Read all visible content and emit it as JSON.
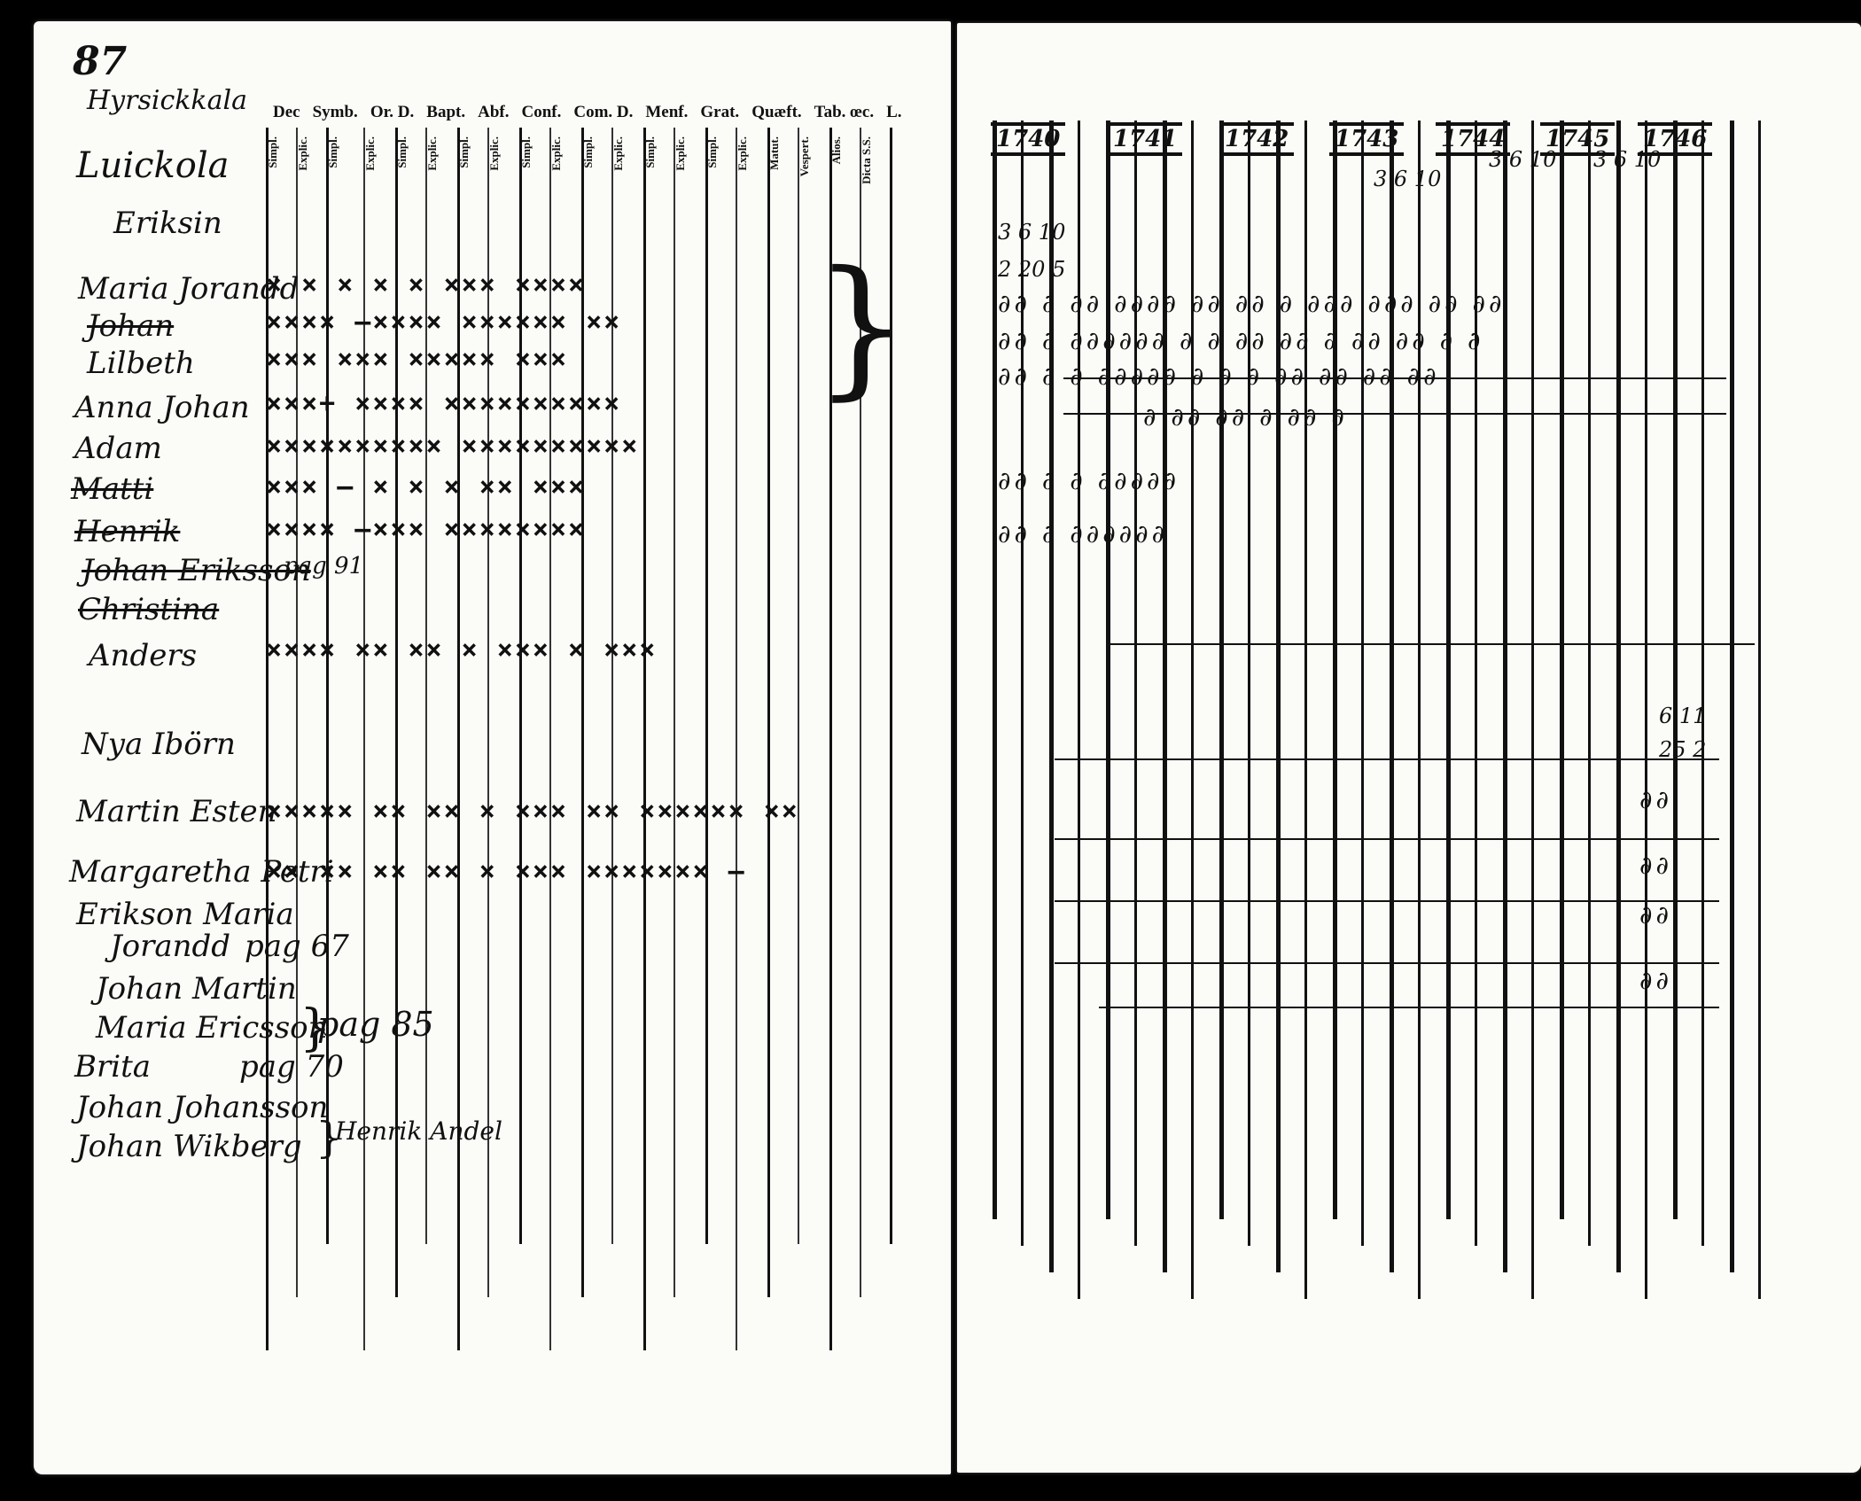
{
  "left": {
    "page_number": "87",
    "farm": "Hyrsickkala",
    "place": "Luickola",
    "section": "Eriksin",
    "column_headers": [
      "Dec",
      "Symb.",
      "Or. D.",
      "Bapt.",
      "Abf.",
      "Conf.",
      "Com. D.",
      "Menf.",
      "Grat.",
      "Quæft.",
      "Tab. œc.",
      "L."
    ],
    "sub_headers": [
      "Simpl.",
      "Explic.",
      "Simpl.",
      "Explic.",
      "Simpl.",
      "Explic.",
      "Simpl.",
      "Explic.",
      "Simpl.",
      "Explic.",
      "Simpl.",
      "Explic.",
      "Simpl.",
      "Explic.",
      "Simpl.",
      "Explic.",
      "Matut.",
      "Vespert.",
      "Alios.",
      "Dicta S.S."
    ],
    "persons": [
      {
        "name": "Maria Jorandd",
        "marks": "× ×   ×  ×  ×   ××× ××××"
      },
      {
        "name": "Johan",
        "marks": "×××× –××××   ×××××× ××",
        "struck": true
      },
      {
        "name": "Lilbeth",
        "marks": "×××   ×××   ××××× ×××"
      },
      {
        "name": "Anna Johan",
        "marks": "×××+ ××××   ××××××××××"
      },
      {
        "name": "Adam",
        "marks": "××××××××××   ××××××××××"
      },
      {
        "name": "Matti",
        "marks": "××× –  × ×  ×   ×× ×××",
        "struck": true
      },
      {
        "name": "Henrik",
        "marks": "×××× –×××   ××××××××",
        "struck": true
      },
      {
        "name": "Johan Eriksson",
        "ref": "pag 91",
        "struck": true
      },
      {
        "name": "Christina",
        "struck": true
      },
      {
        "name": "Anders",
        "marks": "×××× ××  ××  ×  ××× ×  ×××"
      }
    ],
    "section2": "Nya Ibörn",
    "persons2": [
      {
        "name": "Martin Esten",
        "marks": "××××× ×× ××  ×  ××× ×× ×××××× ××"
      },
      {
        "name": "Margaretha Petri",
        "marks": "×× ××  ×× ×× ×   ××× ××××××× –"
      },
      {
        "name": "Erikson Maria"
      },
      {
        "name": "Jorandd",
        "ref": "pag 67"
      },
      {
        "name": "Johan Martin"
      },
      {
        "name": "Maria Ericsson"
      },
      {
        "name": "Brita",
        "ref": "pag 70"
      },
      {
        "name": "Johan Johansson"
      },
      {
        "name": "Johan Wikberg"
      }
    ],
    "bracket_note": "pag 85",
    "bracket_note2": "Henrik Andel"
  },
  "right": {
    "years": [
      "1740",
      "1741",
      "1742",
      "1743",
      "1744",
      "1745",
      "1746"
    ],
    "top_numbers": [
      "3 6 10",
      "3 6 10",
      "3 6 10"
    ],
    "row_numbers": [
      "3 6 10",
      "2 20 5"
    ],
    "late_numbers": [
      "6 11",
      "25 2"
    ]
  }
}
